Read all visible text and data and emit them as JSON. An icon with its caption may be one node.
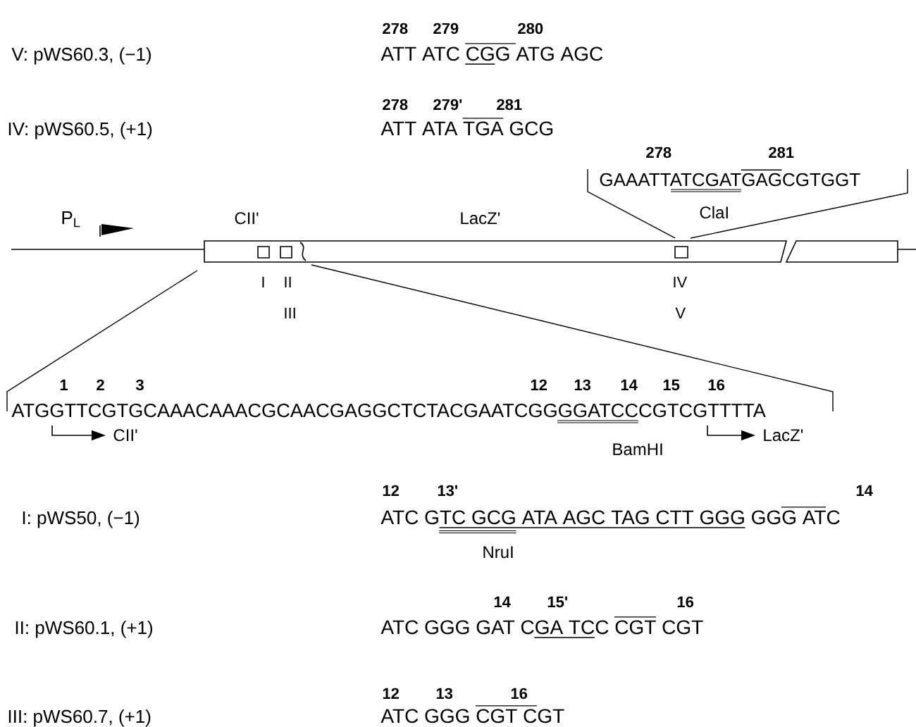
{
  "diagram": {
    "labels": [
      "V: pWS60.3, (−1)",
      "278",
      "279",
      "280",
      "ATT ATC CGG ATG AGC",
      "IV: pWS60.5, (+1)",
      "278",
      "279'",
      "281",
      "ATT ATA TGA GCG",
      "278",
      "281",
      "GAAATTATCGATGAGCGTGGT",
      "ClaI",
      "P$_{L}$",
      "CII'",
      "LacZ'",
      "I",
      "II",
      "III",
      "IV",
      "V",
      "1",
      "2",
      "3",
      "12",
      "13",
      "14",
      "15",
      "16",
      "ATGGTTCGTGCAAACAAACGCAACGAGGCTCTACGAATCGGGGATCCCGTCGTTTTA",
      "CII'",
      "BamHI",
      "LacZ'",
      "I: pWS50, (−1)",
      "12",
      "13'",
      "14",
      "ATC GTC GCG ATA AGC TAG CTT GGG GGG ATC",
      "NruI",
      "II: pWS60.1, (+1)",
      "14",
      "15'",
      "16",
      "ATC GGG GAT CGA TCC CGT CGT",
      "III: pWS60.7, (+1)",
      "12",
      "13",
      "16",
      "ATC GGG CGT CGT"
    ]
  }
}
